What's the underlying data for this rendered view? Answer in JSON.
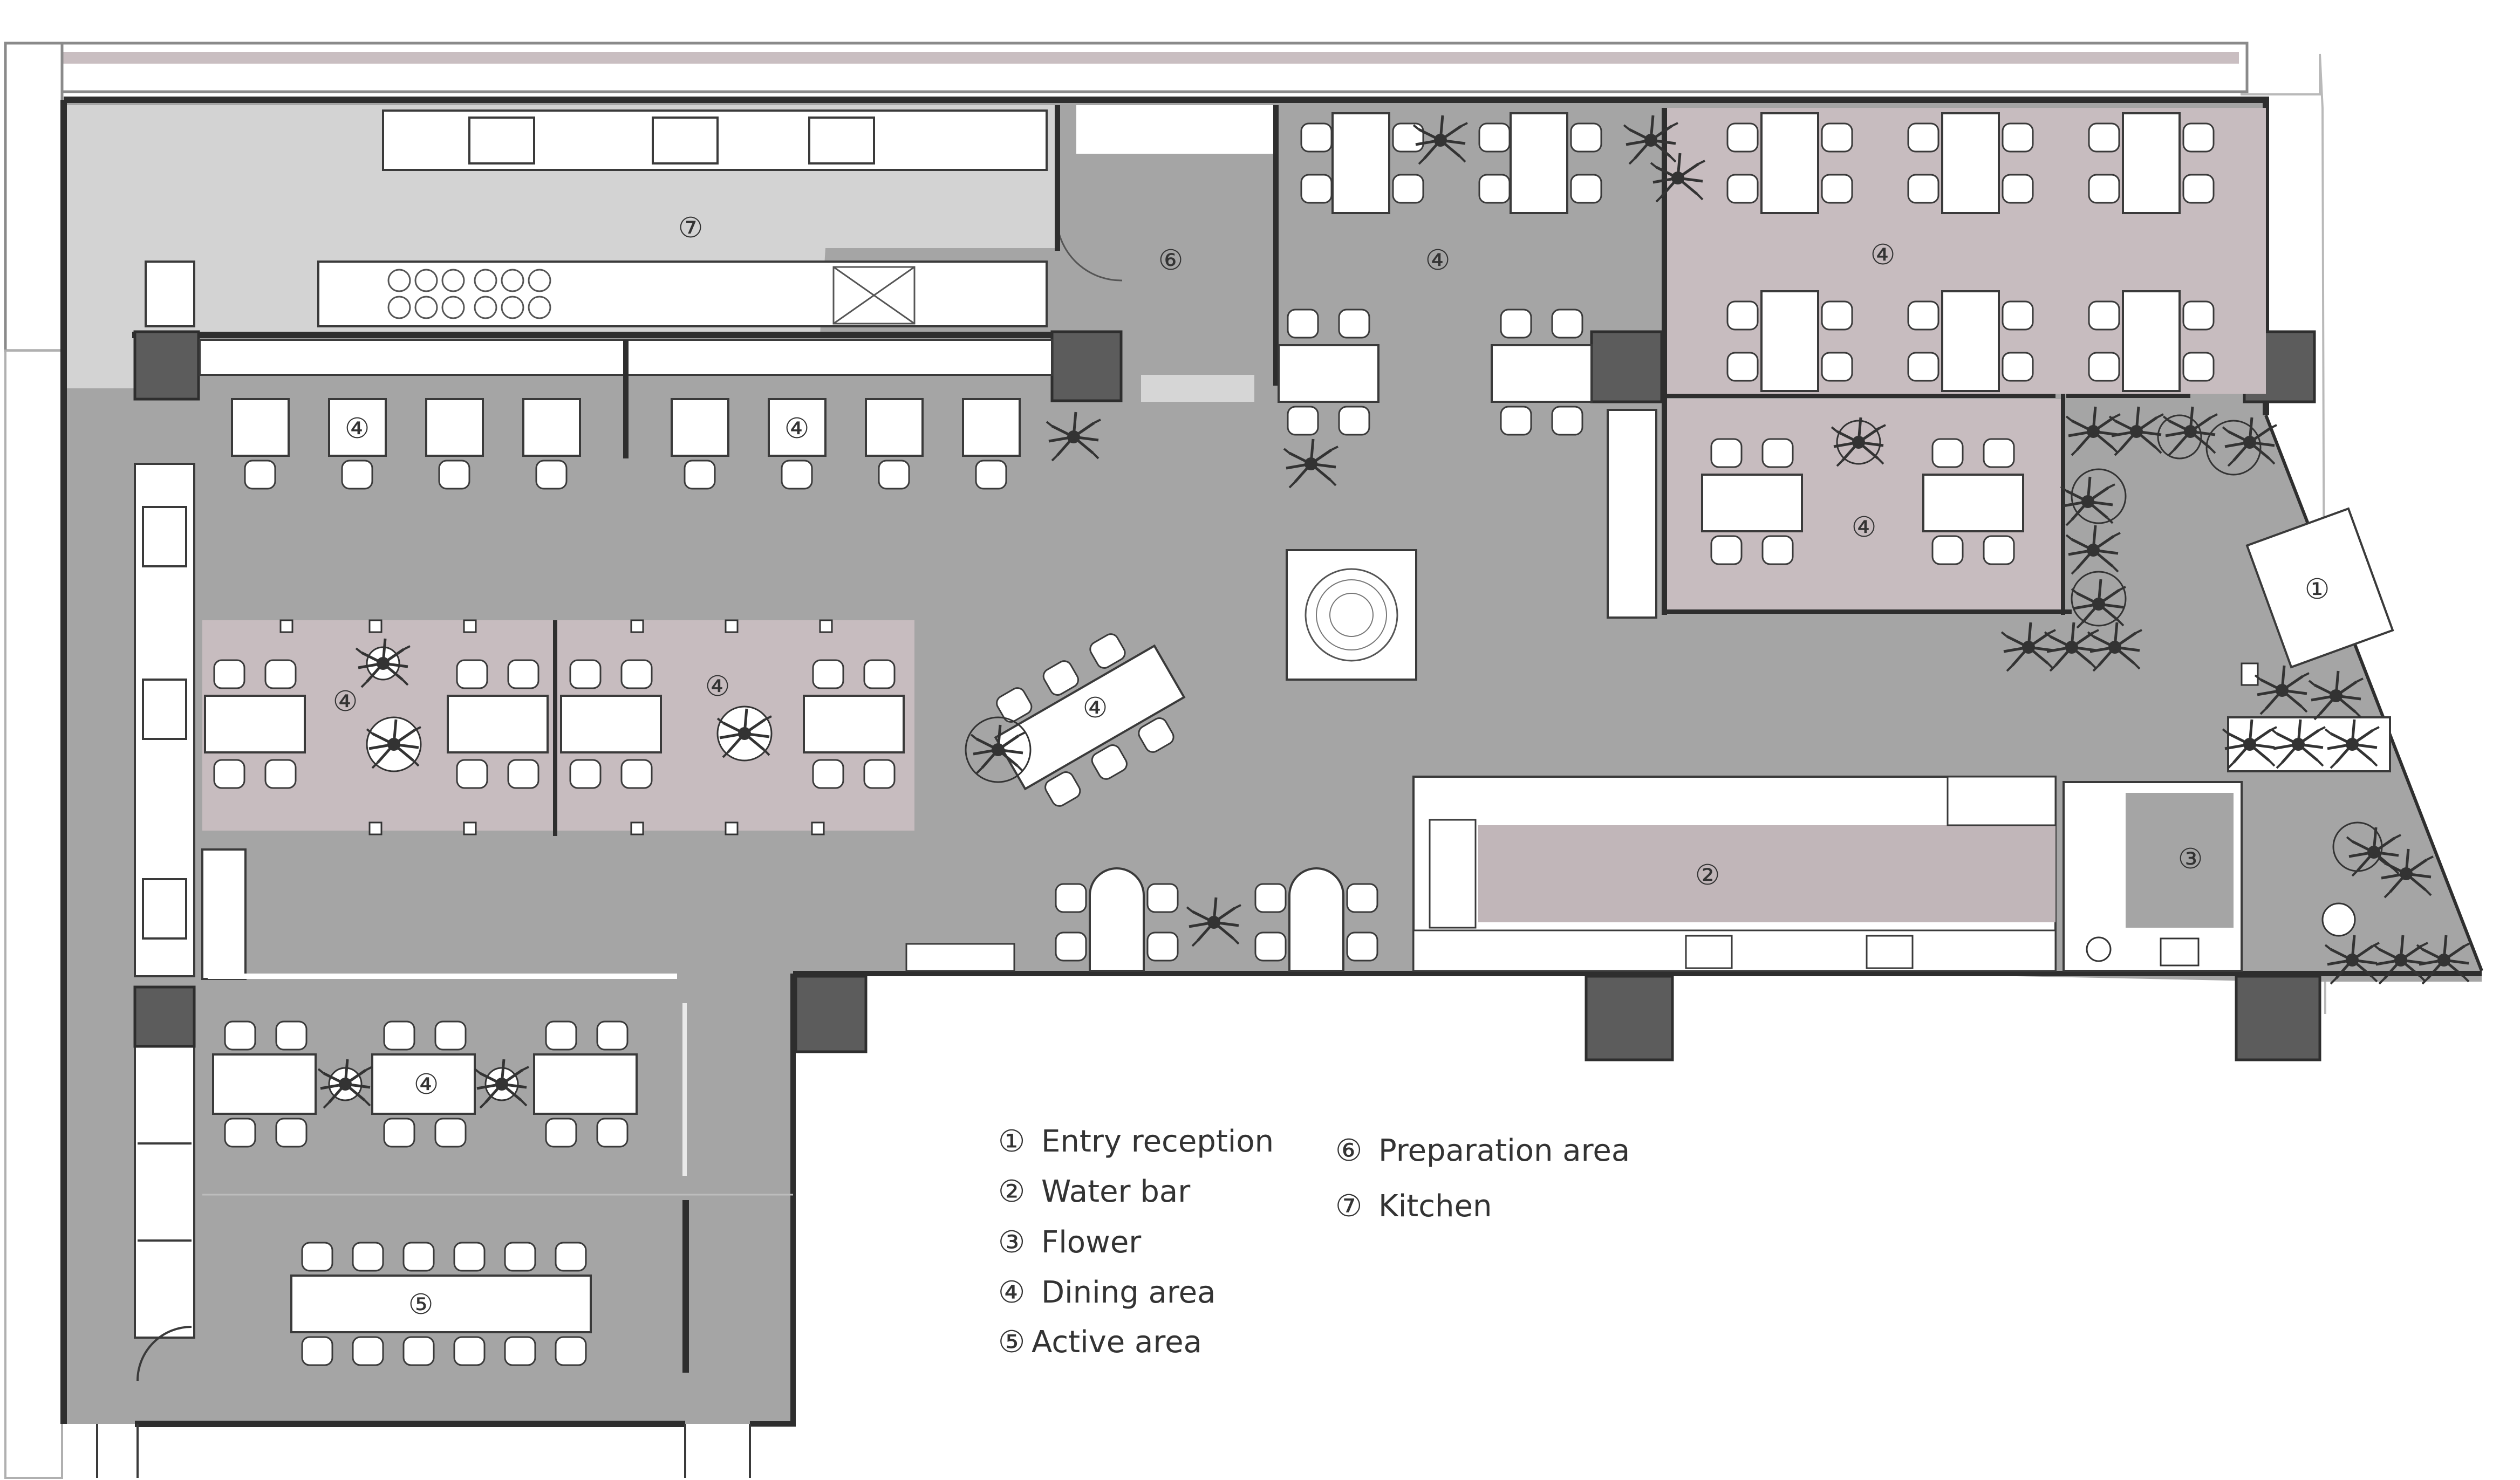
{
  "plan": {
    "colors": {
      "floor": "#a5a5a5",
      "kitchen_floor": "#d3d3d3",
      "dining_zone": "#c7bcbf",
      "bar_zone": "#c1b6b9",
      "wall": "#2e2e2e",
      "column": "#5c5c5c",
      "furniture": "#ffffff",
      "outline": "#3a3a3a",
      "corridor": "#dfd8da"
    },
    "area_markers": {
      "entry_reception": "①",
      "water_bar": "②",
      "flower": "③",
      "dining_area": "④",
      "active_area": "⑤",
      "preparation_area": "⑥",
      "kitchen": "⑦"
    }
  },
  "legend": {
    "items": [
      {
        "marker": "①",
        "label": "Entry reception"
      },
      {
        "marker": "②",
        "label": "Water bar"
      },
      {
        "marker": "③",
        "label": "Flower"
      },
      {
        "marker": "④",
        "label": "Dining area"
      },
      {
        "marker": "⑤",
        "label": "Active area"
      },
      {
        "marker": "⑥",
        "label": "Preparation area"
      },
      {
        "marker": "⑦",
        "label": "Kitchen"
      }
    ]
  }
}
